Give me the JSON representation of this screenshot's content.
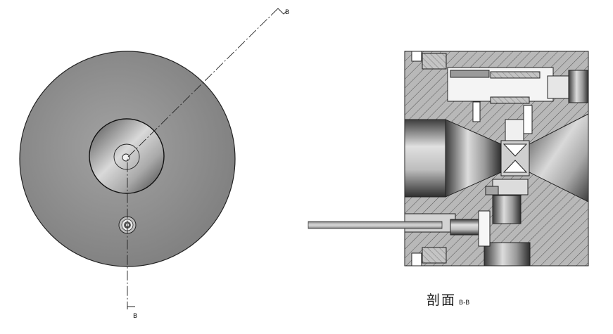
{
  "labels": {
    "cut_top": "B",
    "cut_bottom": "B",
    "section_title": "剖面",
    "section_id": "B-B"
  },
  "colors": {
    "body_gray": "#8d8d8d",
    "section_fill": "#b9b9b9",
    "outline": "#222222"
  }
}
